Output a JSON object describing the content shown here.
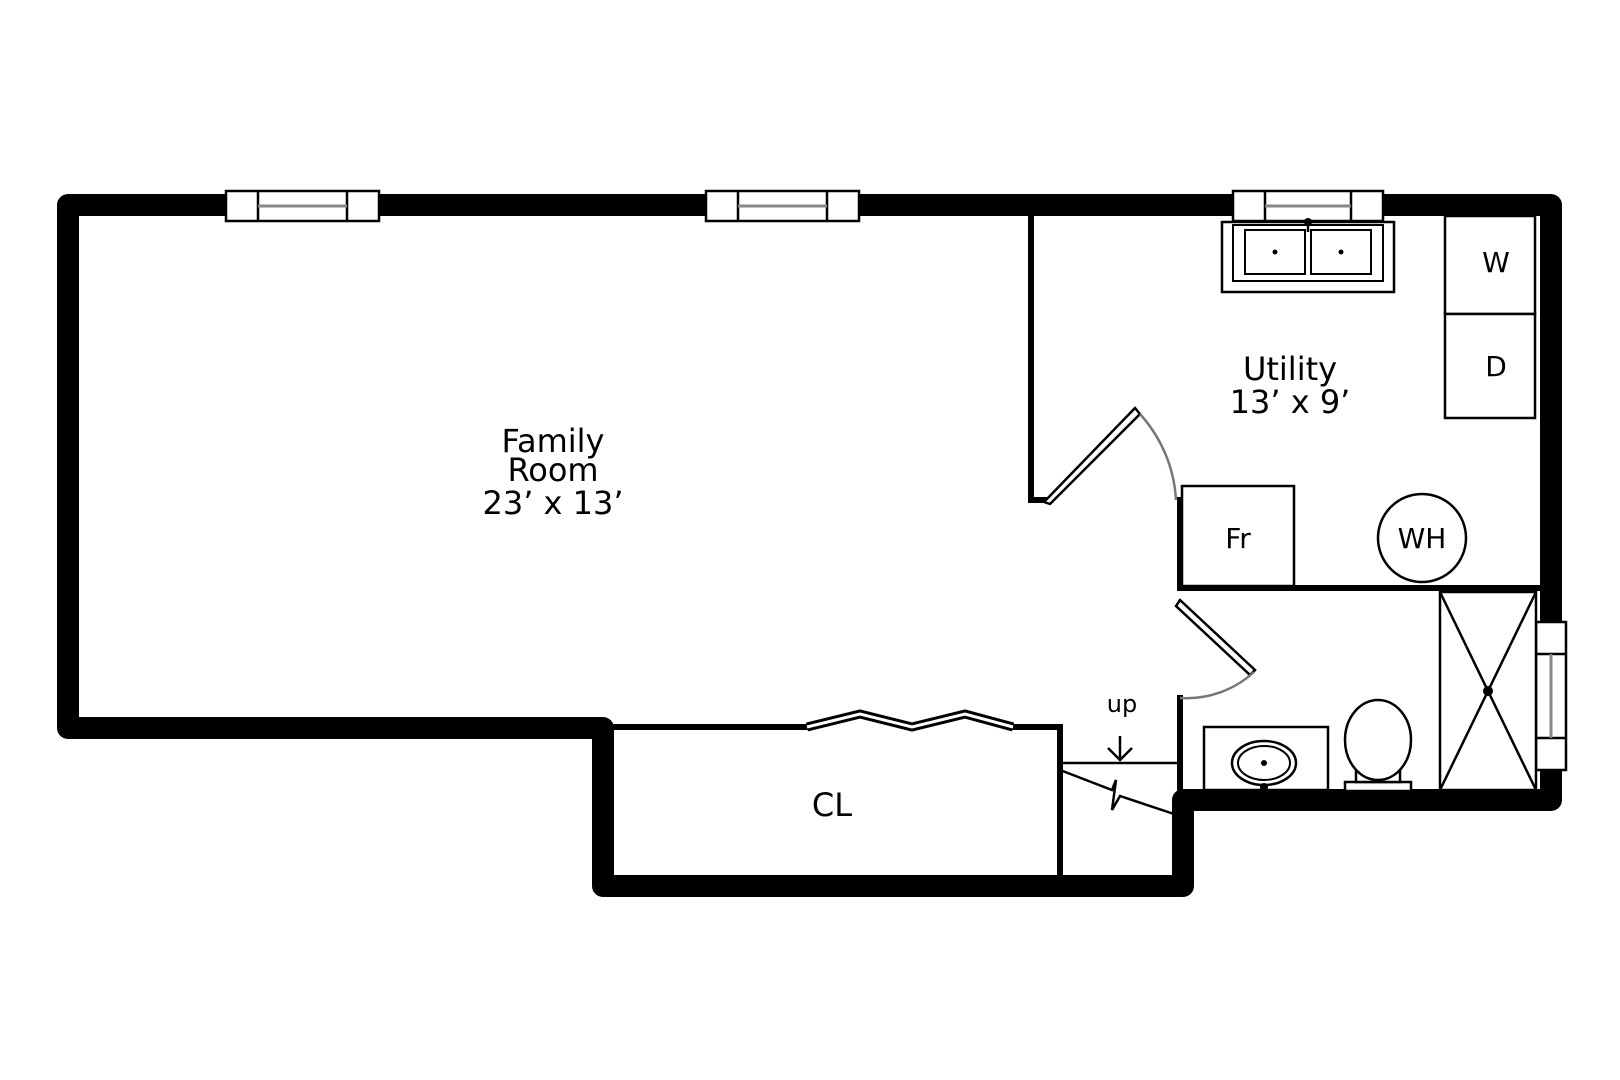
{
  "rooms": {
    "family": {
      "name_line1": "Family",
      "name_line2": "Room",
      "size": "23’ x 13’"
    },
    "utility": {
      "name": "Utility",
      "size": "13’ x 9’"
    },
    "closet": {
      "name": "CL"
    }
  },
  "fixtures": {
    "washer": "W",
    "dryer": "D",
    "freezer": "Fr",
    "water_heater": "WH"
  },
  "stairs": {
    "label": "up"
  }
}
